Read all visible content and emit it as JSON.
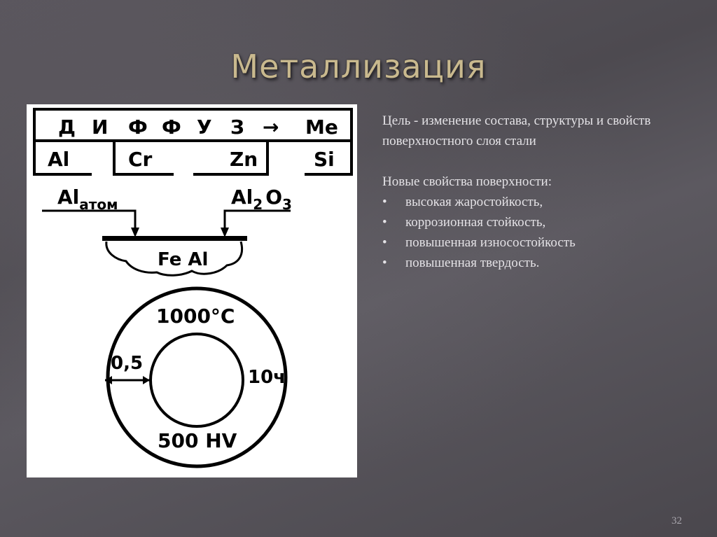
{
  "slide": {
    "title": "Металлизация",
    "page_number": "32"
  },
  "figure": {
    "header_labels": [
      "Д",
      "И",
      "Ф",
      "Ф",
      "У",
      "З"
    ],
    "header_arrow": "→",
    "header_me": "Me",
    "elements": [
      "Al",
      "Cr",
      "Zn",
      "Si"
    ],
    "left_species_main": "Al",
    "left_species_sub": "атом",
    "right_species_main": "Al",
    "right_species_sub1": "2",
    "right_species_mid": "O",
    "right_species_sub2": "3",
    "compound": "Fe Al",
    "temperature": "1000°C",
    "thickness": "0,5",
    "time": "10ч",
    "hardness": "500 HV"
  },
  "text": {
    "goal": "Цель - изменение состава, структуры и свойств поверхностного слоя стали",
    "props_heading": "Новые свойства поверхности:",
    "bullet_char": "•",
    "props": [
      "высокая жаростойкость,",
      "коррозионная стойкость,",
      "повышенная износостойкость",
      "повышенная твердость."
    ]
  }
}
